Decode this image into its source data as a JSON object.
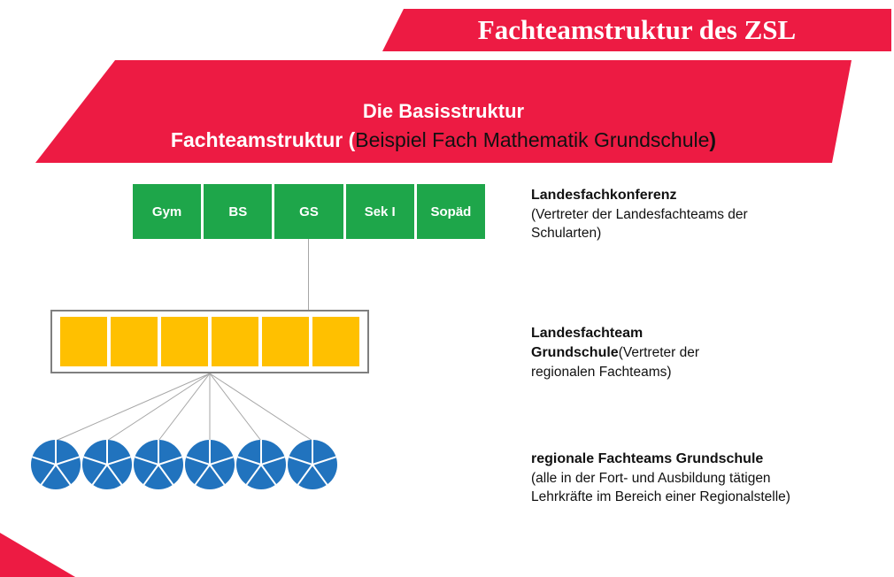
{
  "title_banner": {
    "text": "Fachteamstruktur des ZSL"
  },
  "header": {
    "line1": "Die Basisstruktur",
    "line2_bold_white": "Fachteamstruktur (",
    "line2_black": "Beispiel Fach Mathematik Grundschule",
    "line2_close": ")"
  },
  "green_table": {
    "cells": [
      "Gym",
      "BS",
      "GS",
      "Sek I",
      "Sopäd"
    ]
  },
  "labels": {
    "konferenz_title": "Landesfachkonferenz",
    "konferenz_desc": "(Vertreter der Landesfachteams der Schularten)",
    "fachteam_title_line1": "Landesfachteam",
    "fachteam_title_line2": "Grundschule",
    "fachteam_desc": "(Vertreter der regionalen Fachteams)",
    "regional_title": "regionale Fachteams Grundschule",
    "regional_desc": "(alle in der Fort- und Ausbildung tätigen Lehrkräfte im Bereich einer Regionalstelle)"
  },
  "diagram": {
    "yellow_cell_count": 6,
    "circle_count": 6,
    "circle_segment_count": 5
  },
  "colors": {
    "red": "#ED1B43",
    "green": "#1EA64A",
    "yellow": "#FFC000",
    "blue": "#2173BE",
    "line_gray": "#A6A6A6",
    "box_border_gray": "#7F7F7F"
  }
}
